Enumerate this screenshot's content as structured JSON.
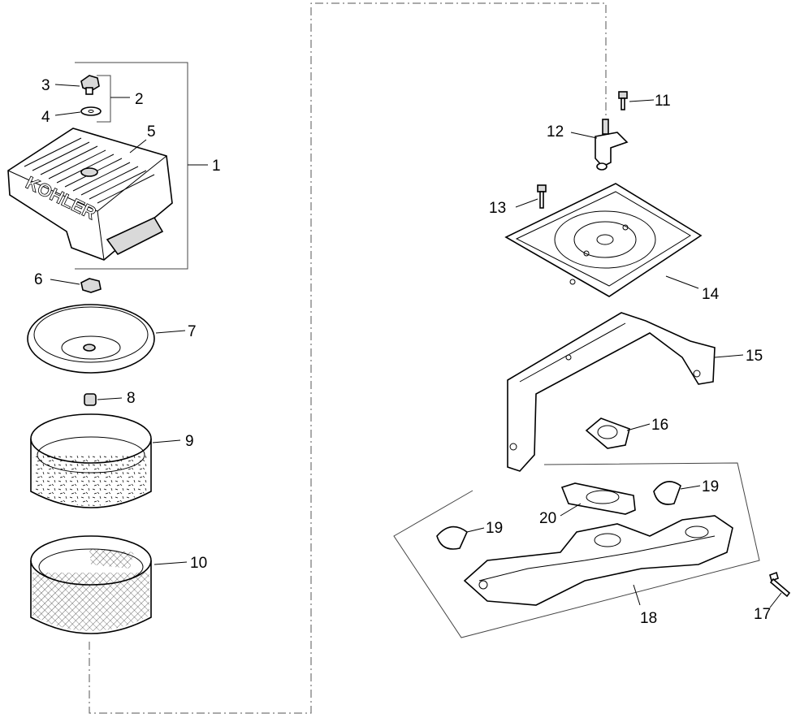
{
  "callouts": [
    "1",
    "2",
    "3",
    "4",
    "5",
    "6",
    "7",
    "8",
    "9",
    "10",
    "11",
    "12",
    "13",
    "14",
    "15",
    "16",
    "17",
    "18",
    "19",
    "19",
    "20"
  ],
  "logo_text": "KOHLER",
  "colors": {
    "line": "#000000",
    "fill": "#ffffff",
    "shade": "#d9d9d9"
  }
}
